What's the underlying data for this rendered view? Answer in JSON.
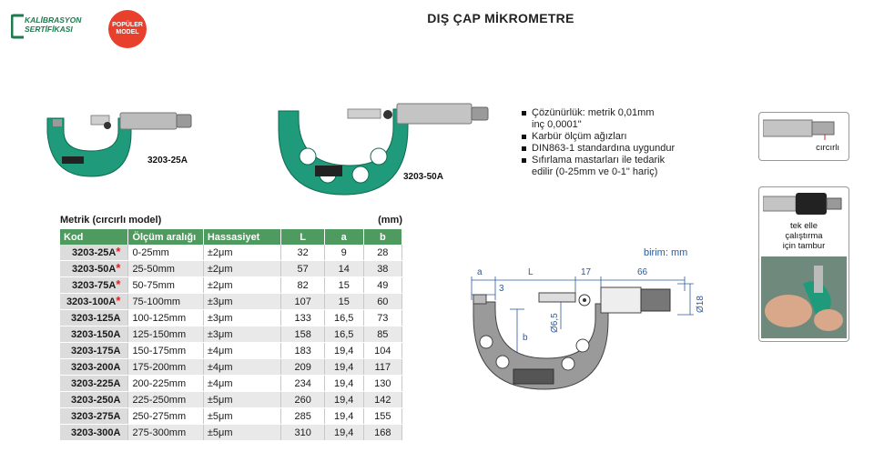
{
  "header": {
    "title": "DIŞ ÇAP MİKROMETRE",
    "logo_line1": "KALİBRASYON",
    "logo_line2": "SERTİFİKASI",
    "badge_line1": "POPÜLER",
    "badge_line2": "MODEL"
  },
  "products": {
    "small_caption": "3203-25A",
    "large_caption": "3203-50A"
  },
  "features": [
    "Çözünürlük: metrik 0,01mm\n      inç 0,0001\"",
    "Karbür ölçüm ağızları",
    "DIN863-1 standardına uygundur",
    "Sıfırlama mastarları ile tedarik\nedilir (0-25mm ve 0-1\" hariç)"
  ],
  "table": {
    "caption": "Metrik (cırcırlı model)",
    "unit": "(mm)",
    "headers": [
      "Kod",
      "Ölçüm aralığı",
      "Hassasiyet",
      "L",
      "a",
      "b"
    ],
    "rows": [
      {
        "code": "3203-25A",
        "star": "*",
        "range": "0-25mm",
        "acc": "±2μm",
        "L": "32",
        "a": "9",
        "b": "28"
      },
      {
        "code": "3203-50A",
        "star": "*",
        "range": "25-50mm",
        "acc": "±2μm",
        "L": "57",
        "a": "14",
        "b": "38"
      },
      {
        "code": "3203-75A",
        "star": "*",
        "range": "50-75mm",
        "acc": "±2μm",
        "L": "82",
        "a": "15",
        "b": "49"
      },
      {
        "code": "3203-100A",
        "star": "*",
        "range": "75-100mm",
        "acc": "±3μm",
        "L": "107",
        "a": "15",
        "b": "60"
      },
      {
        "code": "3203-125A",
        "star": "",
        "range": "100-125mm",
        "acc": "±3μm",
        "L": "133",
        "a": "16,5",
        "b": "73"
      },
      {
        "code": "3203-150A",
        "star": "",
        "range": "125-150mm",
        "acc": "±3μm",
        "L": "158",
        "a": "16,5",
        "b": "85"
      },
      {
        "code": "3203-175A",
        "star": "",
        "range": "150-175mm",
        "acc": "±4μm",
        "L": "183",
        "a": "19,4",
        "b": "104"
      },
      {
        "code": "3203-200A",
        "star": "",
        "range": "175-200mm",
        "acc": "±4μm",
        "L": "209",
        "a": "19,4",
        "b": "117"
      },
      {
        "code": "3203-225A",
        "star": "",
        "range": "200-225mm",
        "acc": "±4μm",
        "L": "234",
        "a": "19,4",
        "b": "130"
      },
      {
        "code": "3203-250A",
        "star": "",
        "range": "225-250mm",
        "acc": "±5μm",
        "L": "260",
        "a": "19,4",
        "b": "142"
      },
      {
        "code": "3203-275A",
        "star": "",
        "range": "250-275mm",
        "acc": "±5μm",
        "L": "285",
        "a": "19,4",
        "b": "155"
      },
      {
        "code": "3203-300A",
        "star": "",
        "range": "275-300mm",
        "acc": "±5μm",
        "L": "310",
        "a": "19,4",
        "b": "168"
      }
    ]
  },
  "diagram": {
    "unit_label": "birim: mm",
    "dim_a": "a",
    "dim_L": "L",
    "dim_17": "17",
    "dim_66": "66",
    "dim_3": "3",
    "dim_b": "b",
    "dim_d65": "Ø6,5",
    "dim_d18": "Ø18"
  },
  "side": {
    "ratchet_caption": "cırcırlı",
    "thimble_caption_1": "tek elle",
    "thimble_caption_2": "çalıştırma",
    "thimble_caption_3": "için tambur"
  },
  "colors": {
    "brand_green": "#1f9a7a",
    "table_header": "#4f9a5f",
    "star_red": "#e02020",
    "badge_red": "#e8402c",
    "diagram_blue": "#2c5aa0"
  }
}
